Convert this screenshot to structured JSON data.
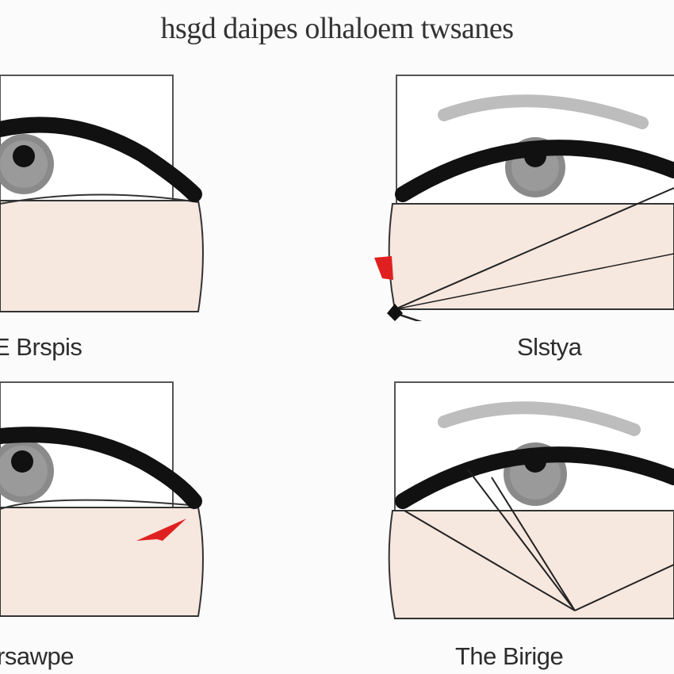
{
  "title": "hsgd daipes olhaloem twsanes",
  "panels": [
    {
      "caption": "E Brspis"
    },
    {
      "caption": "Slstya"
    },
    {
      "caption": "rsawpe"
    },
    {
      "caption": "The Birige"
    }
  ],
  "colors": {
    "skin": "#f6e7df",
    "line": "#1a1a1a",
    "iris": "#7c7c7c",
    "accent_red": "#e02020"
  }
}
